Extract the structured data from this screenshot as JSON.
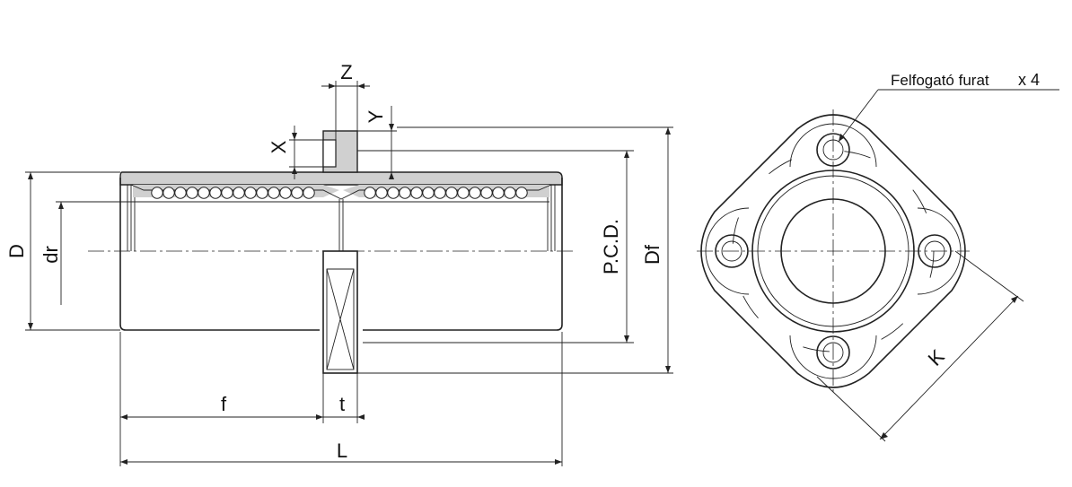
{
  "labels": {
    "D": "D",
    "dr": "dr",
    "Z": "Z",
    "Y": "Y",
    "X": "X",
    "PCD": "P.C.D.",
    "Df": "Df",
    "f": "f",
    "t": "t",
    "L": "L",
    "K": "K",
    "mounting_hole": "Felfogató furat",
    "hole_count": "x 4"
  },
  "colors": {
    "line": "#222222",
    "shade": "#d0d0d0",
    "background": "#ffffff"
  }
}
